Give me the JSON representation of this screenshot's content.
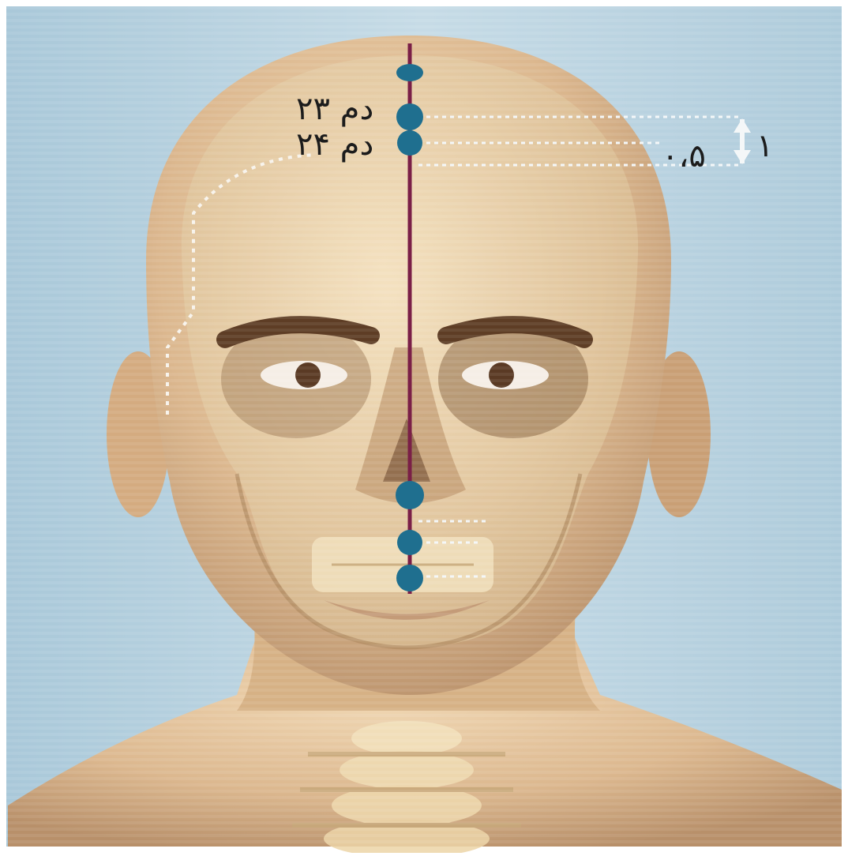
{
  "figure": {
    "points": [
      {
        "id": "point-top",
        "label": ""
      },
      {
        "id": "point-du23",
        "label": "دم ۲۳"
      },
      {
        "id": "point-du24",
        "label": "دم ۲۴"
      },
      {
        "id": "point-philtrum-upper",
        "label": ""
      },
      {
        "id": "point-philtrum-mid",
        "label": ""
      },
      {
        "id": "point-chin",
        "label": ""
      }
    ],
    "measure": {
      "one_unit": "۱",
      "half_unit": "۰،۵"
    },
    "colors": {
      "background": "#bcd6e6",
      "skin": "#e2c49c",
      "skull": "#efd9b0",
      "meridian_line": "#7a1f47",
      "point": "#1f6f8f",
      "guide": "#f4f7f8"
    }
  }
}
